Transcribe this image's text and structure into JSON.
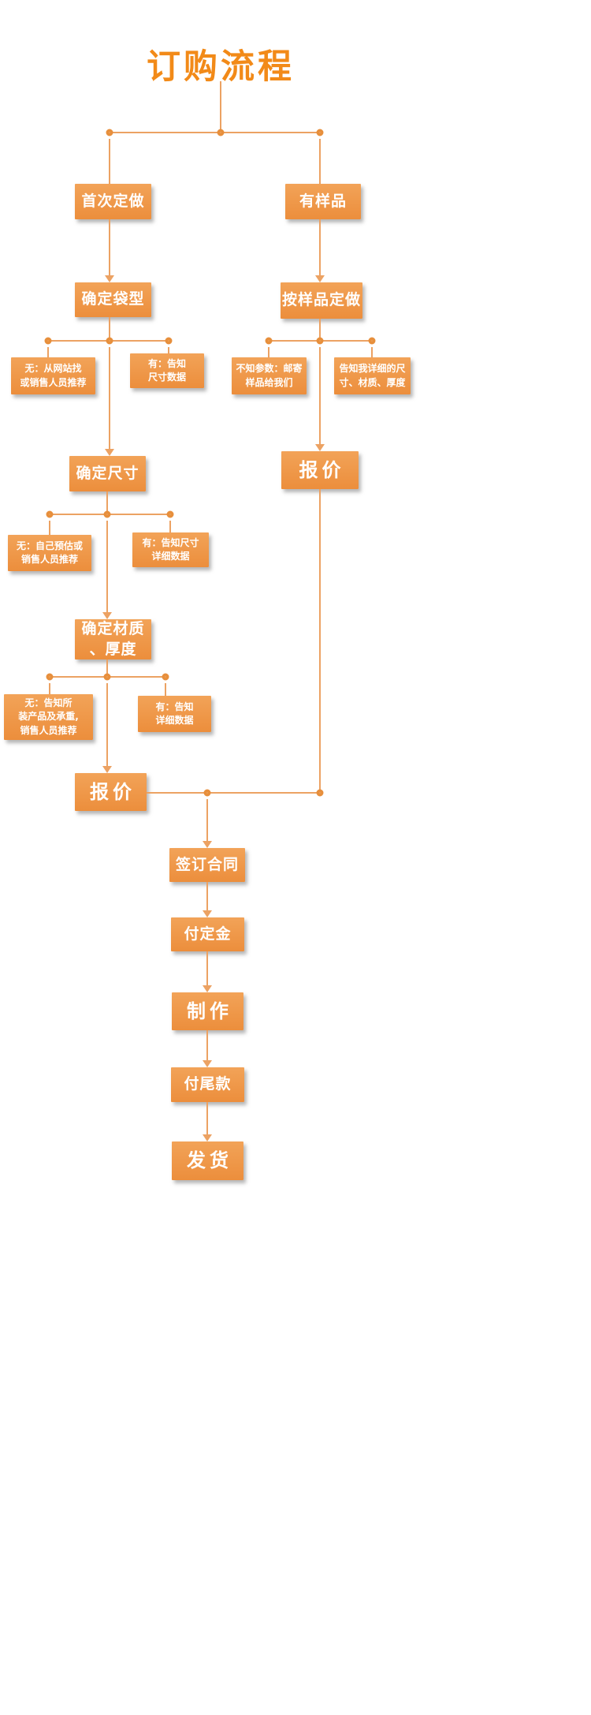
{
  "title": "订购流程",
  "colors": {
    "box-top": "#F2A358",
    "box-bottom": "#EC8E3C",
    "line": "#ECA263",
    "dot-ring": "#E78F3C",
    "dot-fill": "#F6CA9B",
    "title-color": "#F28A18",
    "text": "#FFFFFF"
  },
  "nodes": {
    "first_custom": "首次定做",
    "have_sample": "有样品",
    "determine_bag_type": "确定袋型",
    "custom_by_sample": "按样品定做",
    "leaf_no_website": "无：从网站找\n或销售人员推荐",
    "leaf_yes_size": "有：告知\n尺寸数据",
    "leaf_unknown_params": "不知参数：邮寄\n样品给我们",
    "leaf_tell_details": "告知我详细的尺\n寸、材质、厚度",
    "determine_size": "确定尺寸",
    "leaf_no_estimate": "无：自己预估或\n销售人员推荐",
    "leaf_yes_size_details": "有：告知尺寸\n详细数据",
    "quote_right": "报价",
    "determine_material": "确定材质\n、厚度",
    "leaf_no_product_info": "无：告知所\n装产品及承重,\n销售人员推荐",
    "leaf_yes_details": "有：告知\n详细数据",
    "quote_left": "报价",
    "sign_contract": "签订合同",
    "pay_deposit": "付定金",
    "production": "制作",
    "pay_balance": "付尾款",
    "ship": "发货"
  }
}
